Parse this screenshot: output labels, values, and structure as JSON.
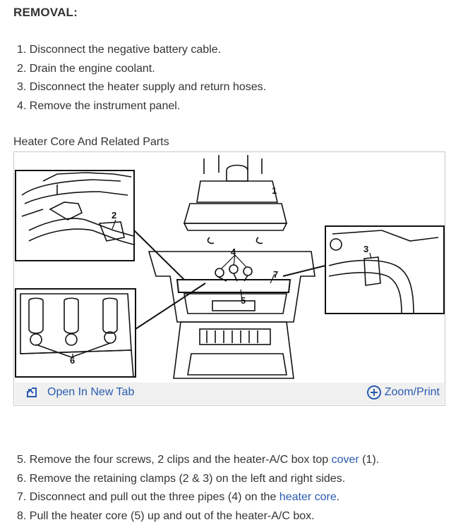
{
  "heading": "REMOVAL:",
  "steps_a": [
    "1. Disconnect the negative battery cable.",
    "2. Drain the engine coolant.",
    "3. Disconnect the heater supply and return hoses.",
    "4. Remove the instrument panel."
  ],
  "figure": {
    "caption": "Heater Core And Related Parts",
    "open_label": "Open In New Tab",
    "zoom_label": "Zoom/Print",
    "callouts": [
      "1",
      "2",
      "3",
      "4",
      "5",
      "6",
      "7"
    ]
  },
  "steps_b": {
    "s5_pre": "5. Remove the four screws, 2 clips and the heater-A/C box top ",
    "s5_link": "cover",
    "s5_post": " (1).",
    "s6": "6. Remove the retaining clamps (2 & 3) on the left and right sides.",
    "s7_pre": "7. Disconnect and pull out the three pipes (4) on the ",
    "s7_link": "heater core",
    "s7_post": ".",
    "s8": "8. Pull the heater core (5) up and out of the heater-A/C box."
  },
  "colors": {
    "link": "#2a5bb0",
    "text": "#333333",
    "figure_bar": "#f0f0f0"
  },
  "icons": [
    "open-in-new-tab-icon",
    "zoom-plus-icon"
  ]
}
